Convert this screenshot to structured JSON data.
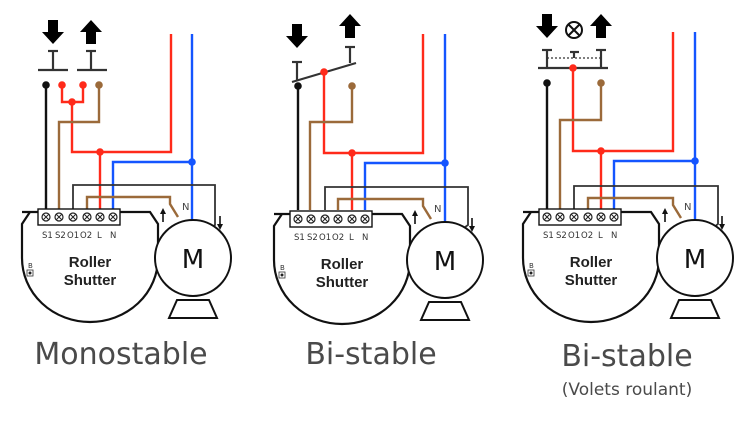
{
  "diagrams": [
    {
      "id": "monostable",
      "caption": "Monostable",
      "subcaption": "",
      "switch_type": "two momentary push buttons",
      "switch_icons": [
        "arrow-down-icon",
        "arrow-up-icon"
      ],
      "module_title_line1": "Roller",
      "module_title_line2": "Shutter",
      "button_label": "B",
      "terminals": [
        "S1",
        "S2",
        "O1",
        "O2",
        "L",
        "N"
      ],
      "motor_label": "M",
      "neutral_label": "N"
    },
    {
      "id": "bistable",
      "caption": "Bi-stable",
      "subcaption": "",
      "switch_type": "single toggle switch",
      "switch_icons": [
        "arrow-down-icon",
        "arrow-up-icon"
      ],
      "module_title_line1": "Roller",
      "module_title_line2": "Shutter",
      "button_label": "B",
      "terminals": [
        "S1",
        "S2",
        "O1",
        "O2",
        "L",
        "N"
      ],
      "motor_label": "M",
      "neutral_label": "N"
    },
    {
      "id": "bistable-volets",
      "caption": "Bi-stable",
      "subcaption": "(Volets roulant)",
      "switch_type": "three-position switch with stop",
      "switch_icons": [
        "arrow-down-icon",
        "stop-cross-icon",
        "arrow-up-icon"
      ],
      "module_title_line1": "Roller",
      "module_title_line2": "Shutter",
      "button_label": "B",
      "terminals": [
        "S1",
        "S2",
        "O1",
        "O2",
        "L",
        "N"
      ],
      "motor_label": "M",
      "neutral_label": "N"
    }
  ],
  "wire_colors": {
    "live": "#ff2a1a",
    "neutral": "#1455ff",
    "switch_common": "#111111",
    "switch_output": "#9b6a3a"
  }
}
